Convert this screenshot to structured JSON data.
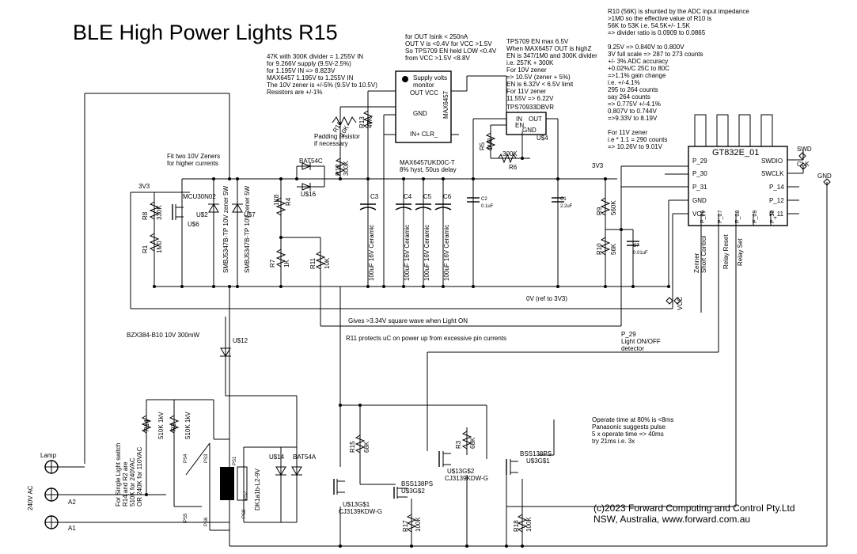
{
  "title": "BLE High Power Lights R15",
  "copyright": {
    "line1": "(c)2023 Forward Computing and Control Pty.Ltd",
    "line2": "NSW, Australia, www.forward.com.au"
  },
  "notes": {
    "divider": [
      "47K with 300K divider = 1.255V IN",
      "for 9.266V supply (9.5V-2.5%)",
      "for 1.195V IN => 8.823V",
      "MAX6457 1.195V to 1.255V IN",
      "The 10V zener is +/-5% (9.5V to 10.5V)",
      "Resistors are +/-1%"
    ],
    "out": [
      "for OUT Isink < 250nA",
      "OUT V is <0.4V for VCC >1.5V",
      "So TPS709 EN held LOW <0.4V",
      "from VCC >1.5V <8.8V"
    ],
    "tps": [
      "TPS709 EN max 6.5V",
      "When MAX6457 OUT is highZ",
      "EN is 347/1M0 and 300K divider",
      "i.e. 257K + 300K",
      "For 10V zener",
      "=> 10.5V (zener + 5%)",
      "EN is 6.32V < 6.5V limit",
      "For 11V zener",
      "11.55V => 6.22V"
    ],
    "r10": [
      "R10 (56K) is shunted by the ADC input impedance",
      ">1M0 so the effective value of R10 is",
      "56K to 53K i.e. 54.5K+/- 1.5K",
      "=> divider ratio is 0.0909 to 0.0865",
      "",
      "9.25V => 0.840V to 0.800V",
      "3V full scale => 287 to 273 counts",
      "+/- 3% ADC accuracy",
      "+0.02%/C 25C to 80C",
      "=>1.1% gain change",
      "i.e. +/-4.1%",
      "295 to 264 counts",
      "say 264 counts",
      "=> 0.775V +/-4.1%",
      "0.807V to 0.744V",
      "=>9.33V to 8.19V",
      "",
      "For 11V zener",
      "i.e * 1.1 = 290 counts",
      " => 10.26V to 9.01V"
    ],
    "zeners": [
      "Fit two 10V Zeners",
      "for higher currents"
    ],
    "padding": [
      "Padding resistor",
      "if necessary"
    ],
    "max_part": [
      "MAX6457UKD0C-T",
      "8% hyst, 50us delay"
    ],
    "squarewave": "Gives >3.34V square wave when Light ON",
    "r11": "R11 protects uC on power up from excessive pin currents",
    "p29": [
      "P_29",
      "Light ON/OFF",
      "detector"
    ],
    "operate": [
      "Operate time at 80% is <8ms",
      "Panasonic suggests pulse",
      "5 x operate time => 40ms",
      "try 21ms i.e. 3x"
    ],
    "single": [
      "For Single Light switch",
      "R14 and R2 are",
      "510K for 240VAC",
      "OR 240K for 110VAC"
    ],
    "zener_ctrl": [
      "Zenner",
      "Short Control"
    ],
    "relay_reset": "Relay Reset",
    "relay_set": "Relay Set",
    "ground_ref": "0V (ref to 3V3)"
  },
  "labels": {
    "supply_monitor": [
      "Supply volts",
      "monitor"
    ],
    "max6457": "MAX6457",
    "out_vcc": "OUT  VCC",
    "gnd": "GND",
    "in_clr": "IN+  CLR_",
    "tps_part": "TPS70933DBVR",
    "tps_in": "IN",
    "tps_out": "OUT",
    "tps_en": "EN",
    "tps_gnd": "GND",
    "u4": "U$4",
    "gt832": "GT832E_01",
    "gt_left": [
      "P_29",
      "P_30",
      "P_31",
      "GND",
      "VCC"
    ],
    "gt_right": [
      "SWDIO",
      "SWCLK",
      "P_14",
      "P_12",
      "P_11"
    ],
    "gt_bottom": [
      "P_06",
      "P_07",
      "P_08",
      "P_09",
      "P_10"
    ],
    "swd": "SWD",
    "clk": "CLK",
    "gnd_tag": "GND",
    "vcc_tag": "VCC",
    "v3v3_left": "3V3",
    "v3v3_right": "3V3",
    "mcu": "MCU30N02",
    "u6": "U$6",
    "u2": "U$2",
    "u7": "U$7",
    "bat54c": "BAT54C",
    "u16": "U$16",
    "zener_part1": "SMBJ5347B-TP 10V zener 5W",
    "zener_part2": "SMBJ5347B-TP 10V zener 5W",
    "u12": "U$12",
    "bzx": "BZX384-B10 10V 300mW",
    "bat54a": "BAT54A",
    "u14": "U$14",
    "relay": "DK1a1b-L2-9V",
    "ps1": "PS1",
    "ps3": "PS3",
    "ps4": "PS4",
    "ps5": "PS5",
    "ps6": "PS6",
    "ps8": "PS8",
    "ps2": "PS2",
    "lamp": "Lamp",
    "a2": "A2",
    "a1": "A1",
    "ac": "240V AC",
    "q1": [
      "U$13G$1",
      "CJ3139KDW-G"
    ],
    "q2": [
      "U$13G$2",
      "CJ3139KDW-G"
    ],
    "bss1": [
      "BSS138PS",
      "U$3G$2"
    ],
    "bss2": [
      "BSS138PS",
      "U$3G$1"
    ],
    "r1": [
      "R1",
      "1M0"
    ],
    "r8": [
      "R8",
      "330K"
    ],
    "r4": [
      "R4",
      "1K8"
    ],
    "r7": [
      "R7",
      "1K"
    ],
    "r11": [
      "R11",
      "10K"
    ],
    "r12": [
      "R12",
      "300K"
    ],
    "r13": [
      "R13",
      "47K"
    ],
    "r16": [
      "R16",
      "10K"
    ],
    "r5": [
      "R5",
      "1M0"
    ],
    "r6": [
      "300K",
      "R6"
    ],
    "r9": [
      "R9",
      "560K"
    ],
    "r10": [
      "R10",
      "56K"
    ],
    "r14": [
      "R14",
      "510K 1kV"
    ],
    "r2": [
      "R2",
      "510K 1kV"
    ],
    "r15": [
      "R15",
      "68K"
    ],
    "r3": [
      "R3",
      "68K"
    ],
    "r17": [
      "R17",
      "100K"
    ],
    "r18": [
      "R18",
      "100K"
    ],
    "c3": [
      "C3",
      "100uF 16V Ceramic"
    ],
    "c4": [
      "C4",
      "100uF 16V Ceramic"
    ],
    "c5": [
      "C5",
      "100uF 16V Ceramic"
    ],
    "c6": [
      "C6",
      "100uF 16V Ceramic"
    ],
    "c2": [
      "C2",
      "0.1uF"
    ],
    "c1": [
      "C1",
      "2.2uF"
    ],
    "c7": [
      "C7",
      "0.01uF"
    ]
  }
}
